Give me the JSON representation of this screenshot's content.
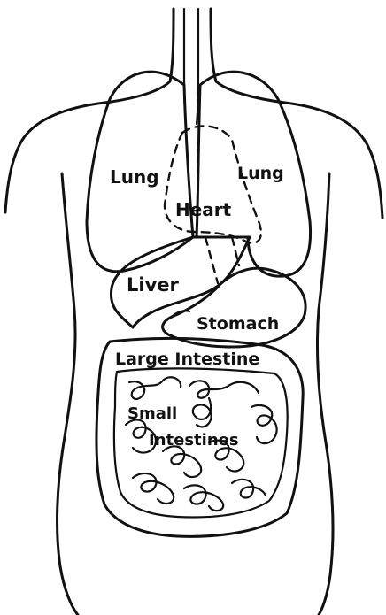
{
  "labels": {
    "lung_left": "Lung",
    "lung_right": "Lung",
    "heart": "Heart",
    "liver": "Liver",
    "stomach": "Stomach",
    "large_intestine": "Large Intestine",
    "small_intestine_line1": "Small",
    "small_intestine_line2": "Intestines"
  },
  "colors": {
    "ink": "#111111",
    "paper": "#ffffff"
  }
}
